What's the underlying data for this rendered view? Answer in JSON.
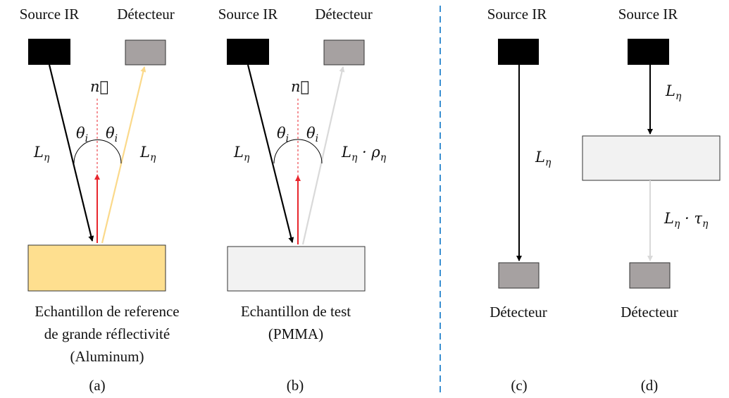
{
  "panels": {
    "a": {
      "source_label": "Source IR",
      "detector_label": "Détecteur",
      "normal_label": "n⃗",
      "angle_symbol": "θ",
      "angle_sub": "i",
      "incident_symbol": "L",
      "incident_sub": "η",
      "reflected_symbol": "L",
      "reflected_sub": "η",
      "caption_lines": [
        "Echantillon de reference",
        "de grande réflectivité",
        "(Aluminum)"
      ],
      "tag": "(a)",
      "sample_color": "#fedf8f",
      "reflected_color": "#fbd98a"
    },
    "b": {
      "source_label": "Source IR",
      "detector_label": "Détecteur",
      "normal_label": "n⃗",
      "angle_symbol": "θ",
      "angle_sub": "i",
      "incident_symbol": "L",
      "incident_sub": "η",
      "reflected_symbol": "L",
      "reflected_sub": "η",
      "reflected_extra": " · ρ",
      "reflected_extra_sub": "η",
      "caption_lines": [
        "Echantillon de test",
        "(PMMA)"
      ],
      "tag": "(b)",
      "sample_color": "#f2f2f2",
      "reflected_color": "#d9d9d9"
    },
    "c": {
      "source_label": "Source IR",
      "detector_label": "Détecteur",
      "beam_symbol": "L",
      "beam_sub": "η",
      "tag": "(c)"
    },
    "d": {
      "source_label": "Source IR",
      "detector_label": "Détecteur",
      "incident_symbol": "L",
      "incident_sub": "η",
      "transmitted_symbol": "L",
      "transmitted_sub": "η",
      "transmitted_extra": " · τ",
      "transmitted_extra_sub": "η",
      "tag": "(d)",
      "sample_color": "#f2f2f2",
      "transmitted_color": "#d9d9d9"
    }
  },
  "colors": {
    "source": "#000000",
    "detector": "#a6a1a1",
    "normal": "#e8262d",
    "divider": "#3a8fd1"
  }
}
